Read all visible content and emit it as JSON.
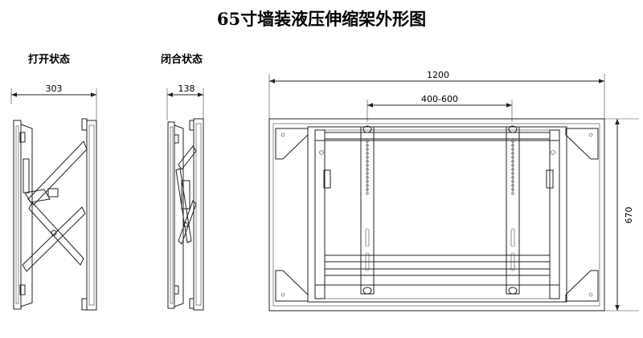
{
  "title": "65寸墙装液压伸缩架外形图",
  "views": {
    "open": {
      "label": "打开状态",
      "width_dim": "303"
    },
    "closed": {
      "label": "闭合状态",
      "width_dim": "138"
    },
    "front": {
      "width_dim": "1200",
      "mount_dim": "400-600",
      "height_dim": "670"
    }
  }
}
